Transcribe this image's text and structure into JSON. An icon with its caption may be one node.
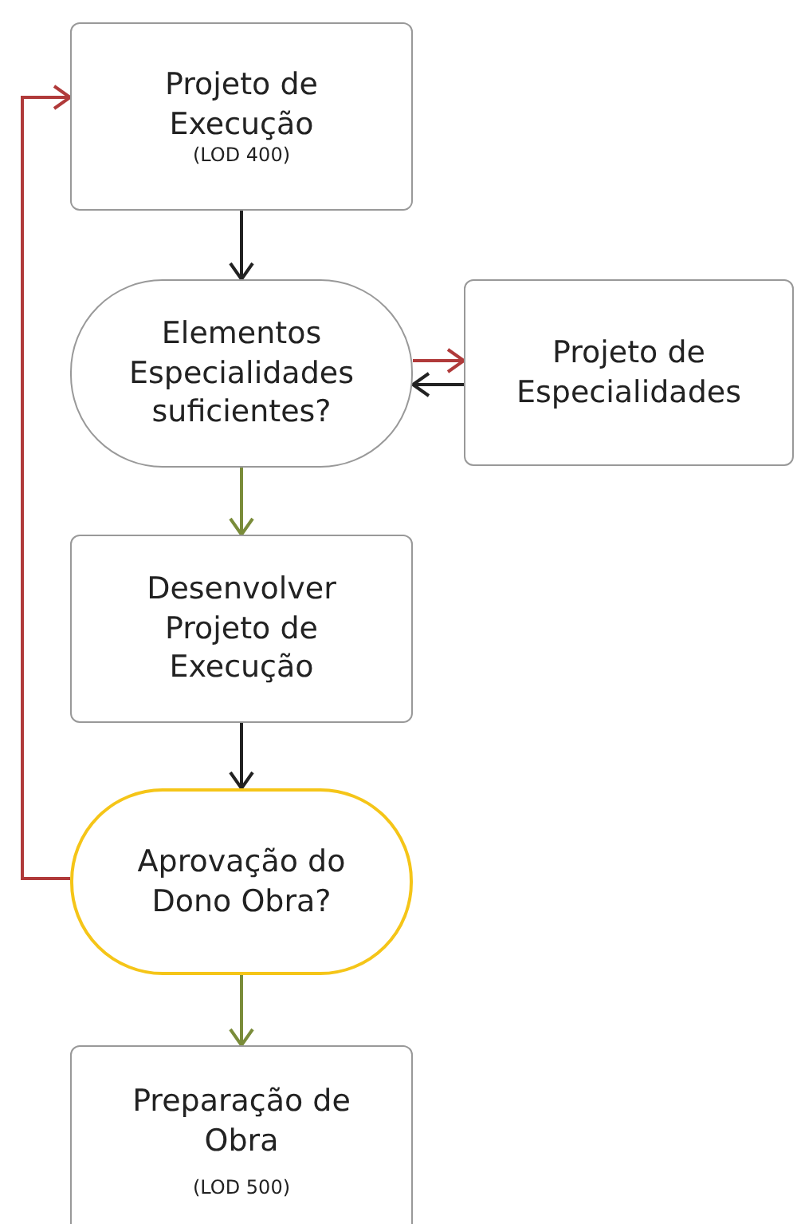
{
  "diagram": {
    "nodes": [
      {
        "text": [
          "Projeto de Execução",
          "(LOD 400)"
        ]
      },
      {
        "text": [
          "Elementos Especialidades suficientes?"
        ]
      },
      {
        "text": [
          "Projeto de Especialidades"
        ]
      },
      {
        "text": [
          "Desenvolver Projeto de Execução"
        ]
      },
      {
        "text": [
          "Aprovação do Dono Obra?"
        ]
      },
      {
        "text": [
          "Preparação de Obra",
          "(LOD 500)"
        ]
      }
    ],
    "edges": [
      {
        "from": 0,
        "to": 1,
        "arrow": "to"
      },
      {
        "from": 1,
        "to": 2,
        "arrow": "to",
        "color": "#b03a3a"
      },
      {
        "from": 2,
        "to": 1,
        "arrow": "to"
      },
      {
        "from": 1,
        "to": 3,
        "arrow": "to",
        "color": "#7a8c3a"
      },
      {
        "from": 3,
        "to": 4,
        "arrow": "to"
      },
      {
        "from": 4,
        "to": 0,
        "arrow": "to",
        "color": "#b03a3a"
      },
      {
        "from": 4,
        "to": 5,
        "arrow": "to",
        "color": "#7a8c3a"
      }
    ]
  }
}
